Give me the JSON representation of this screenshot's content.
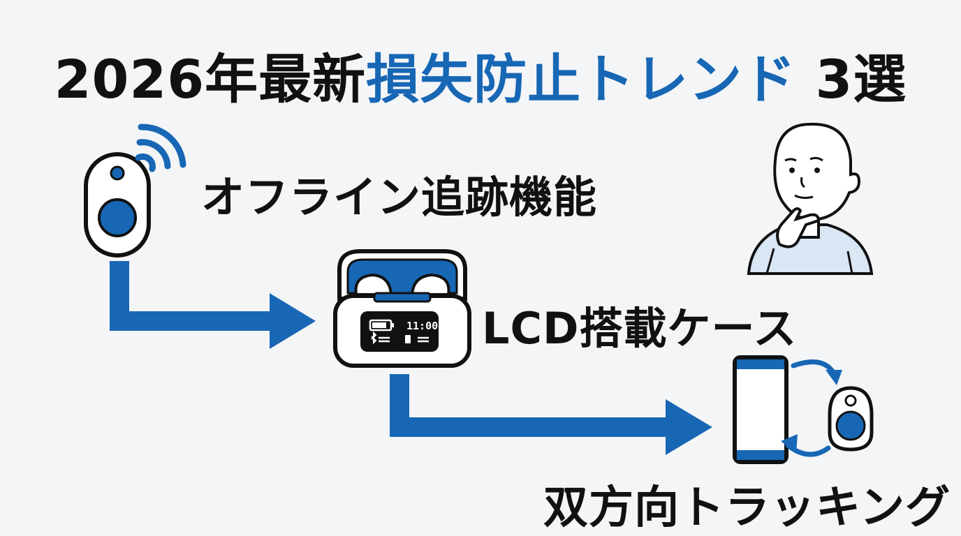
{
  "title": {
    "prefix": "2026年最新",
    "accent": "損失防止トレンド",
    "suffix": " 3選"
  },
  "steps": [
    {
      "label": "オフライン追跡機能"
    },
    {
      "label": "LCD搭載ケース",
      "display_time": "11:00"
    },
    {
      "label": "双方向トラッキング"
    }
  ],
  "colors": {
    "accent": "#1767b5",
    "text": "#111111",
    "background": "#f4f5f7",
    "skin_shirt": "#d9e6f4"
  },
  "icons": [
    "tracker-tag-icon",
    "signal-waves-icon",
    "earbuds-case-icon",
    "smartphone-icon",
    "sync-arrows-icon",
    "thinking-person-icon"
  ]
}
